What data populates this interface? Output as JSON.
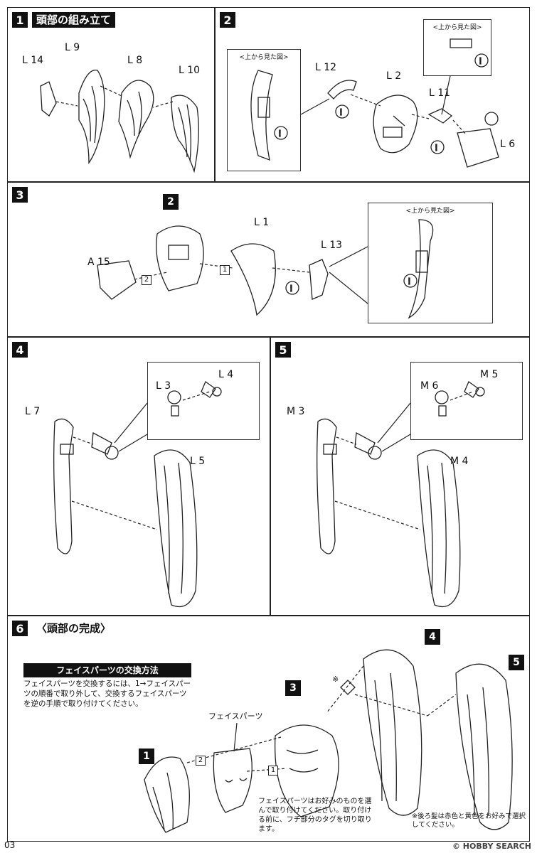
{
  "page_number": "03",
  "watermark": "© HOBBY SEARCH",
  "top_view_caption": "<上から見た図>",
  "steps": {
    "s1": {
      "num": "1",
      "title": "頭部の組み立て",
      "parts": [
        "L 14",
        "L 9",
        "L 8",
        "L 10"
      ]
    },
    "s2": {
      "num": "2",
      "parts": [
        "L 12",
        "L 2",
        "L 11",
        "L 6"
      ]
    },
    "s3": {
      "num": "3",
      "parts": [
        "2",
        "A 15",
        "L 1",
        "L 13"
      ],
      "order": [
        "1",
        "2"
      ]
    },
    "s4": {
      "num": "4",
      "parts": [
        "L 7",
        "L 3",
        "L 4",
        "L 5"
      ]
    },
    "s5": {
      "num": "5",
      "parts": [
        "M 3",
        "M 6",
        "M 5",
        "M 4"
      ]
    },
    "s6": {
      "num": "6",
      "title": "〈頭部の完成〉",
      "parts": [
        "1",
        "3",
        "4",
        "5"
      ],
      "order": [
        "1",
        "2"
      ],
      "face_label": "フェイスパーツ",
      "note_title": "フェイスパーツの交換方法",
      "note_body": "フェイスパーツを交換するには、1→フェイスパーツの順番で取り外して、交換するフェイスパーツを逆の手順で取り付けてください。",
      "face_note": "フェイスパーツはお好みのものを選んで取り付けてください。取り付ける前に、フチ部分のタグを切り取ります。",
      "rear_note": "※後ろ髪は赤色と黄色をお好みで選択してください。",
      "asterisk": "※"
    }
  }
}
